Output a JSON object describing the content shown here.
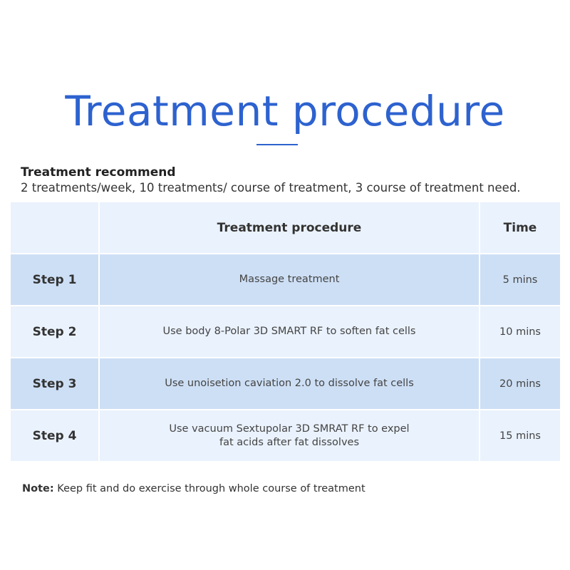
{
  "title": "Treatment procedure",
  "recommend": {
    "heading": "Treatment recommend",
    "text": "2 treatments/week, 10 treatments/ course of treatment, 3 course of treatment need."
  },
  "table": {
    "headers": [
      "",
      "Treatment procedure",
      "Time"
    ],
    "rows": [
      {
        "step": "Step 1",
        "procedure": "Massage treatment",
        "time": "5 mins"
      },
      {
        "step": "Step 2",
        "procedure": "Use body 8-Polar 3D SMART RF to soften fat cells",
        "time": "10 mins"
      },
      {
        "step": "Step 3",
        "procedure": "Use unoisetion caviation 2.0 to dissolve fat cells",
        "time": "20 mins"
      },
      {
        "step": "Step 4",
        "procedure": "Use vacuum Sextupolar 3D SMRAT RF to expel fat acids after fat dissolves",
        "time": "15 mins"
      }
    ]
  },
  "note": {
    "label": "Note:",
    "text": " Keep fit and do exercise through whole course of treatment"
  },
  "colors": {
    "accent": "#2d62cf",
    "row_light": "#eaf2fd",
    "row_dark": "#cddff5"
  }
}
